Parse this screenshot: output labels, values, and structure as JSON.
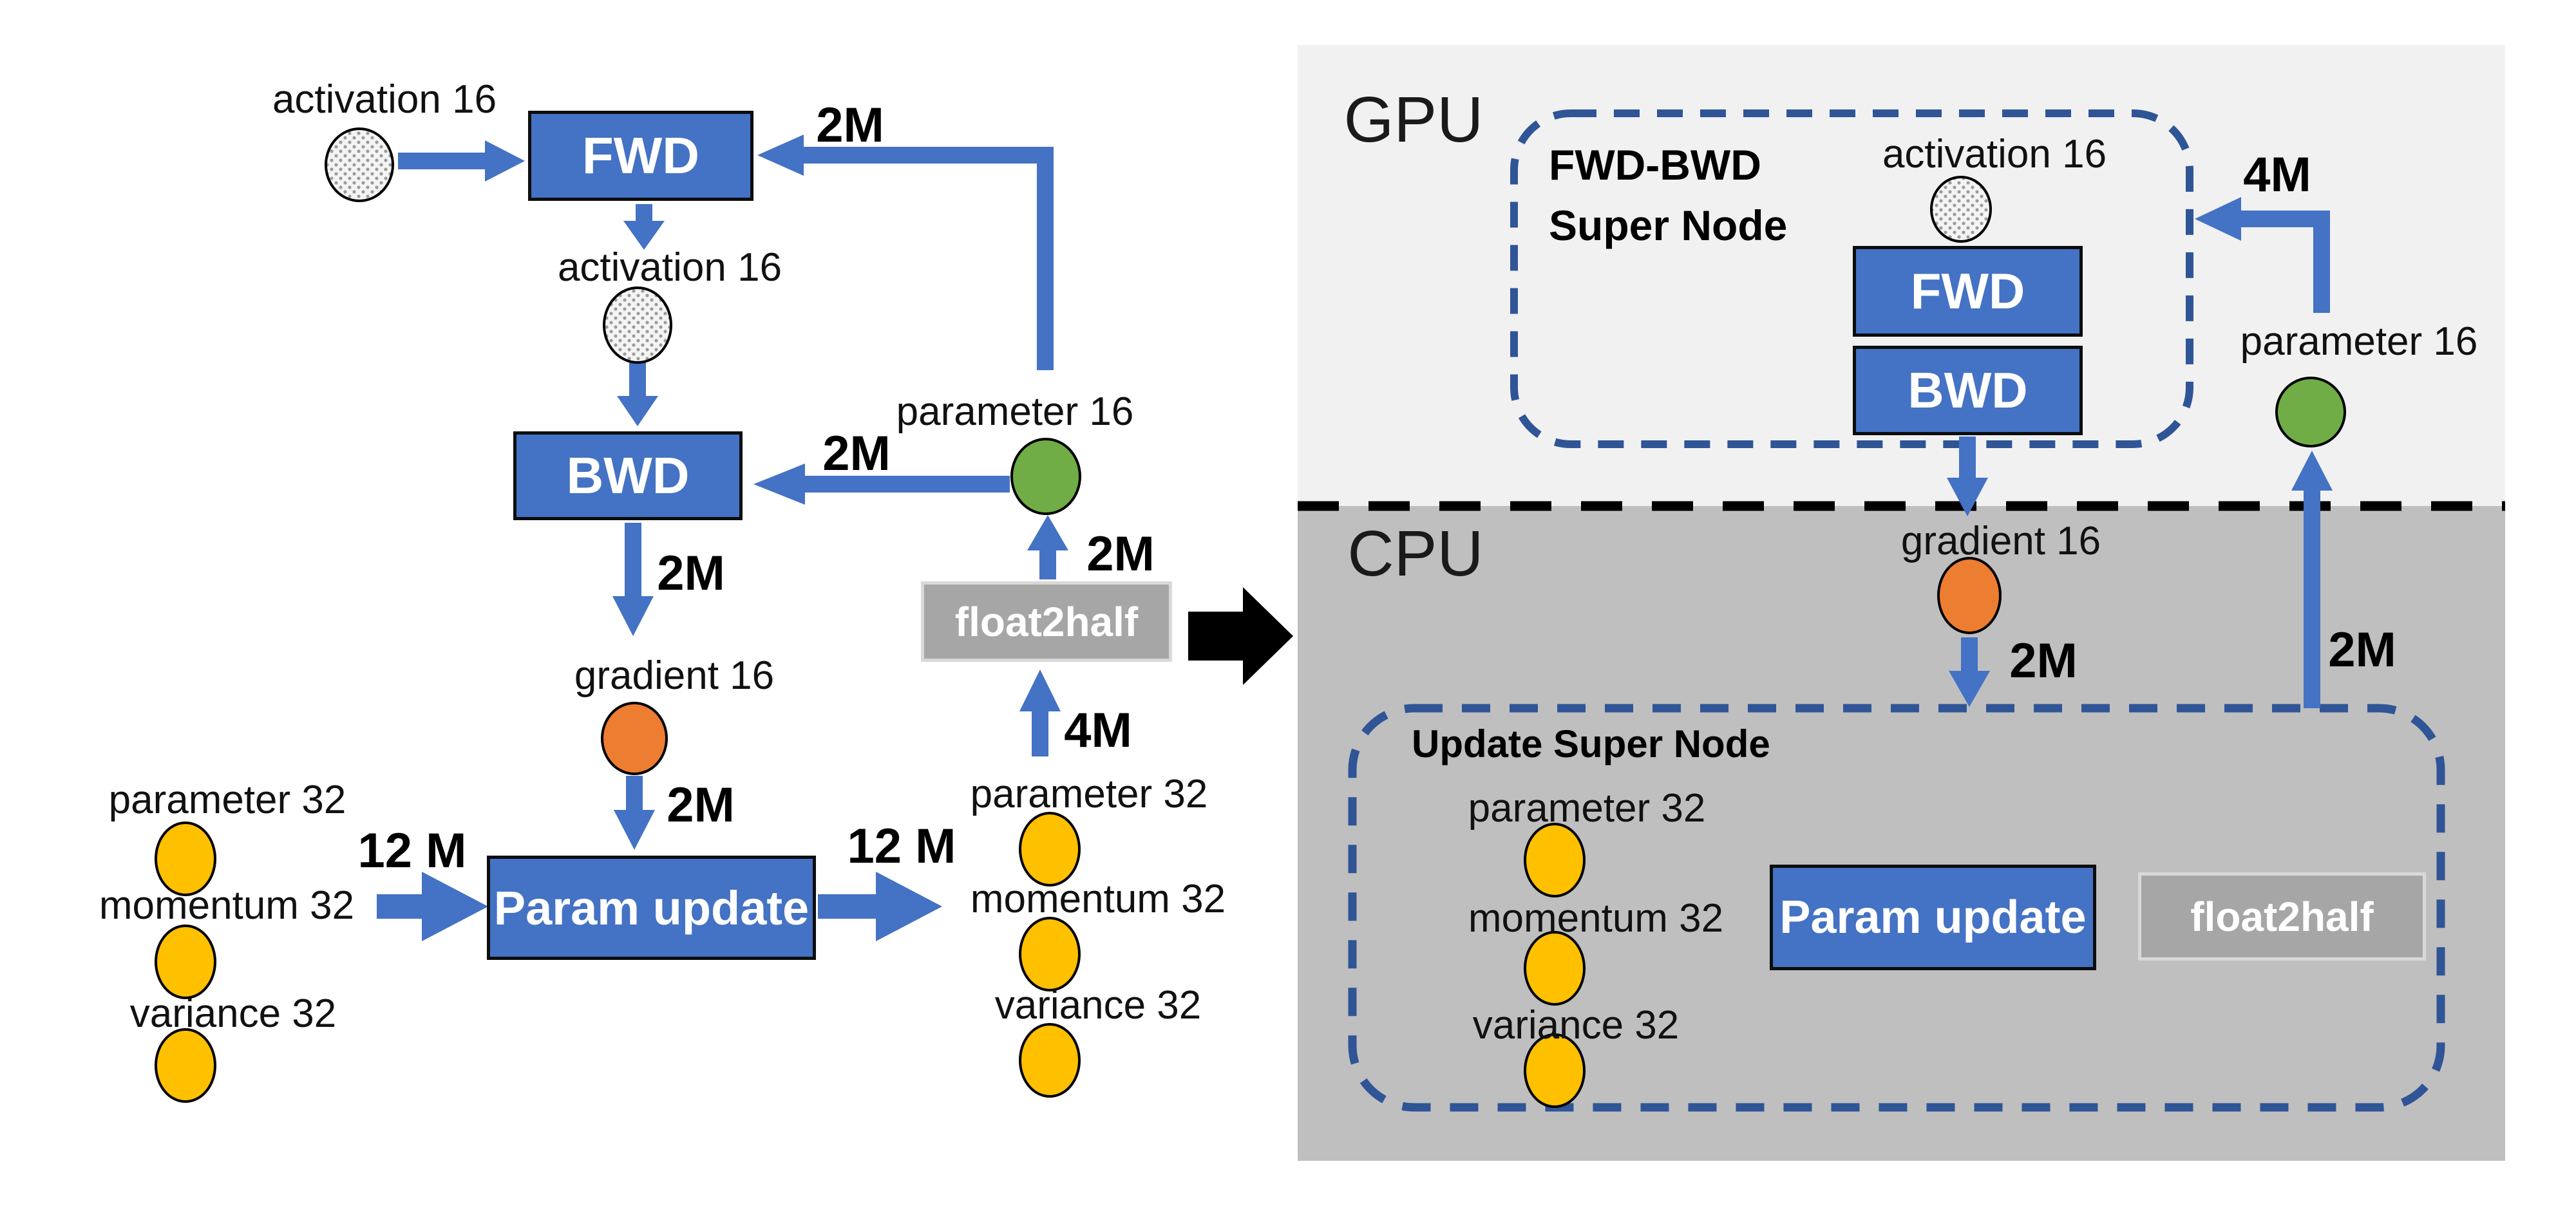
{
  "figure": {
    "description_left_graph": {
      "activation16_top": "activation 16",
      "activation16_mid": "activation 16",
      "parameter16": "parameter 16",
      "gradient16": "gradient 16",
      "parameter32_left": "parameter 32",
      "momentum32_left": "momentum 32",
      "variance32_left": "variance 32",
      "parameter32_right": "parameter 32",
      "momentum32_right": "momentum 32",
      "variance32_right": "variance 32",
      "fwd_label": "FWD",
      "bwd_label": "BWD",
      "param_update_label": "Param update",
      "float2half_label": "float2half",
      "flow_2m_to_fwd": "2M",
      "flow_2m_to_bwd": "2M",
      "flow_2m_bwd_out": "2M",
      "flow_2m_grad_to_update": "2M",
      "flow_12m_in": "12 M",
      "flow_12m_out": "12 M",
      "flow_4m_to_float2half": "4M",
      "flow_2m_float2half_out": "2M"
    },
    "right_panel": {
      "gpu_title": "GPU",
      "cpu_title": "CPU",
      "fwdbwd_supernode_title": "FWD-BWD\nSuper Node",
      "update_supernode_title": "Update Super Node",
      "activation16": "activation 16",
      "parameter16": "parameter 16",
      "gradient16": "gradient 16",
      "parameter32": "parameter 32",
      "momentum32": "momentum 32",
      "variance32": "variance 32",
      "fwd_label": "FWD",
      "bwd_label": "BWD",
      "param_update_label": "Param update",
      "float2half_label": "float2half",
      "flow_4m": "4M",
      "flow_2m_gradient": "2M",
      "flow_2m_param_return": "2M"
    },
    "colors": {
      "op_blue": "#4472C4",
      "dashed_blue": "#2F5597",
      "gray_op": "#A6A6A6",
      "yellow_node": "#FFC000",
      "orange_node": "#ED7D31",
      "green_node": "#70AD47",
      "gpu_panel": "#F1F1F1",
      "cpu_panel": "#BFBFBF"
    }
  }
}
